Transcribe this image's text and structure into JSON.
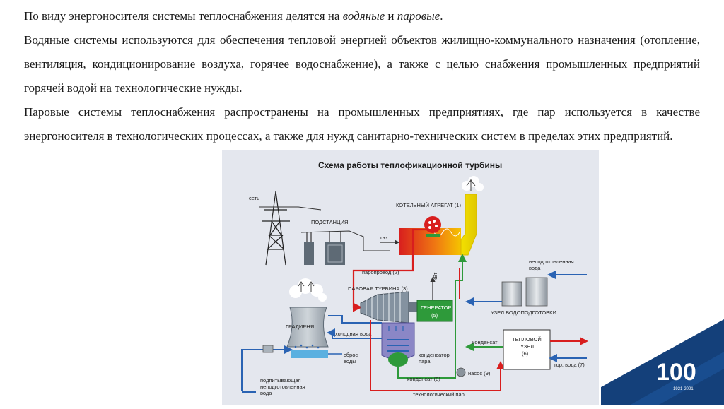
{
  "text": {
    "p1_start": "По виду энергоносителя системы теплоснабжения делятся на ",
    "p1_water": "водяные",
    "p1_and": " и ",
    "p1_steam": "паровые",
    "p1_end": ".",
    "p2": "Водяные системы используются для обеспечения тепловой энергией объектов жилищно-коммунального назначения (отопление, вентиляция, кондиционирование воздуха, горячее водоснабжение), а также с целью снабжения промышленных предприятий горячей водой на технологические нужды.",
    "p3": "Паровые системы теплоснабжения распространены на промышленных предприятиях, где пар используется в качестве энергоносителя в технологических процессах, а также для нужд санитарно-технических систем в пределах этих предприятий."
  },
  "diagram": {
    "title": "Схема работы теплофикационной турбины",
    "labels": {
      "grid": "сеть",
      "substation": "ПОДСТАНЦИЯ",
      "gas": "газ",
      "boiler": "КОТЕЛЬНЫЙ АГРЕГАТ (1)",
      "steam_pipe": "паропровод (2)",
      "kw": "кВт",
      "turbine": "ПАРОВАЯ ТУРБИНА (3)",
      "generator": "ГЕНЕРАТОР",
      "generator_num": "(5)",
      "cooling_tower": "ГРАДИРНЯ",
      "cold_water": "холодная вода",
      "water_discharge_1": "сброс",
      "water_discharge_2": "воды",
      "condenser_1": "конденсатор",
      "condenser_2": "пара",
      "condensate_8": "конденсат (8)",
      "pump": "насос (9)",
      "process_steam": "технологический пар",
      "makeup_water_1": "подпитывающая",
      "makeup_water_2": "неподготовленная",
      "makeup_water_3": "вода",
      "raw_water_1": "неподготовленная",
      "raw_water_2": "вода",
      "water_treatment": "УЗЕЛ ВОДОПОДГОТОВКИ",
      "condensate": "конденсат",
      "heat_node_1": "ТЕПЛОВОЙ",
      "heat_node_2": "УЗЕЛ",
      "heat_node_3": "(6)",
      "hot_water": "гор. вода (7)"
    }
  },
  "logo": {
    "number": "100",
    "years": "1921-2021"
  }
}
